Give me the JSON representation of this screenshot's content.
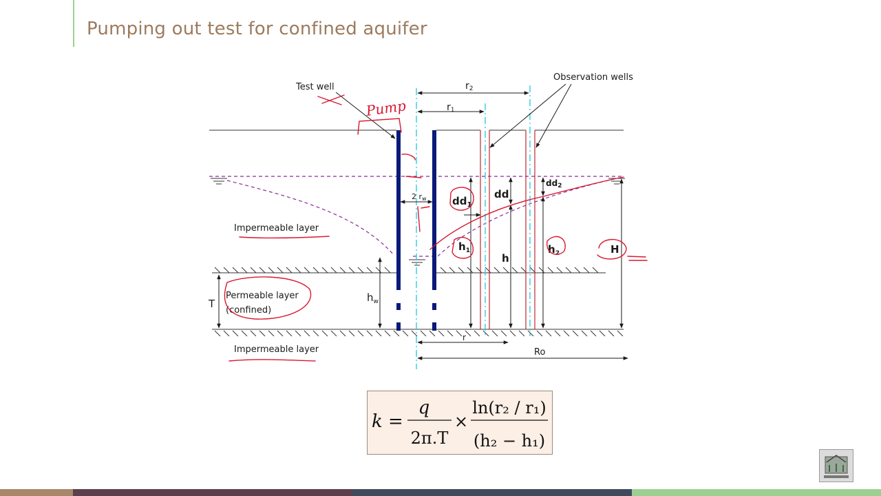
{
  "slide": {
    "title": "Pumping out test for confined aquifer"
  },
  "diagram": {
    "labels": {
      "test_well": "Test well",
      "observation_wells": "Observation wells",
      "r2": "r",
      "r2_sub": "2",
      "r1": "r",
      "r1_sub": "1",
      "two_rw": "2 r",
      "two_rw_sub": "w",
      "dd1": "dd",
      "dd1_sub": "1",
      "dd": "dd",
      "dd2": "dd",
      "dd2_sub": "2",
      "h1": "h",
      "h1_sub": "1",
      "h": "h",
      "h2": "h",
      "h2_sub": "2",
      "H": "H",
      "T": "T",
      "hw": "h",
      "hw_sub": "w",
      "r": "r",
      "Ro": "Ro",
      "impermeable_top": "Impermeable layer",
      "permeable_line1": "Permeable layer",
      "permeable_line2": "(confined)",
      "impermeable_bottom": "Impermeable layer"
    },
    "handwriting": {
      "pump_note": "Pump"
    },
    "colors": {
      "well": "#0a1a78",
      "observation_well": "#c0282a",
      "centerline": "#1fc8e0",
      "water_table": "#8a2a9a",
      "ink": "#1a1a1a",
      "annotation": "#d81830"
    }
  },
  "formula": {
    "k": "k",
    "eq": "=",
    "num_left": "q",
    "den_left": "2π.T",
    "times": "×",
    "num_right": "ln(r₂ / r₁)",
    "den_right": "(h₂ − h₁)"
  },
  "footer": {
    "segments": [
      "#a8876a",
      "#5b3f4a",
      "#3f4a5c",
      "#9cd092"
    ]
  }
}
